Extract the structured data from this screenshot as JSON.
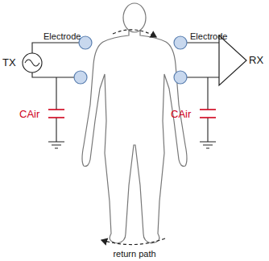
{
  "diagram": {
    "labels": [
      "Electrode",
      "Electrode",
      "TX",
      "RX",
      "CAir",
      "CAir",
      "return path"
    ]
  }
}
